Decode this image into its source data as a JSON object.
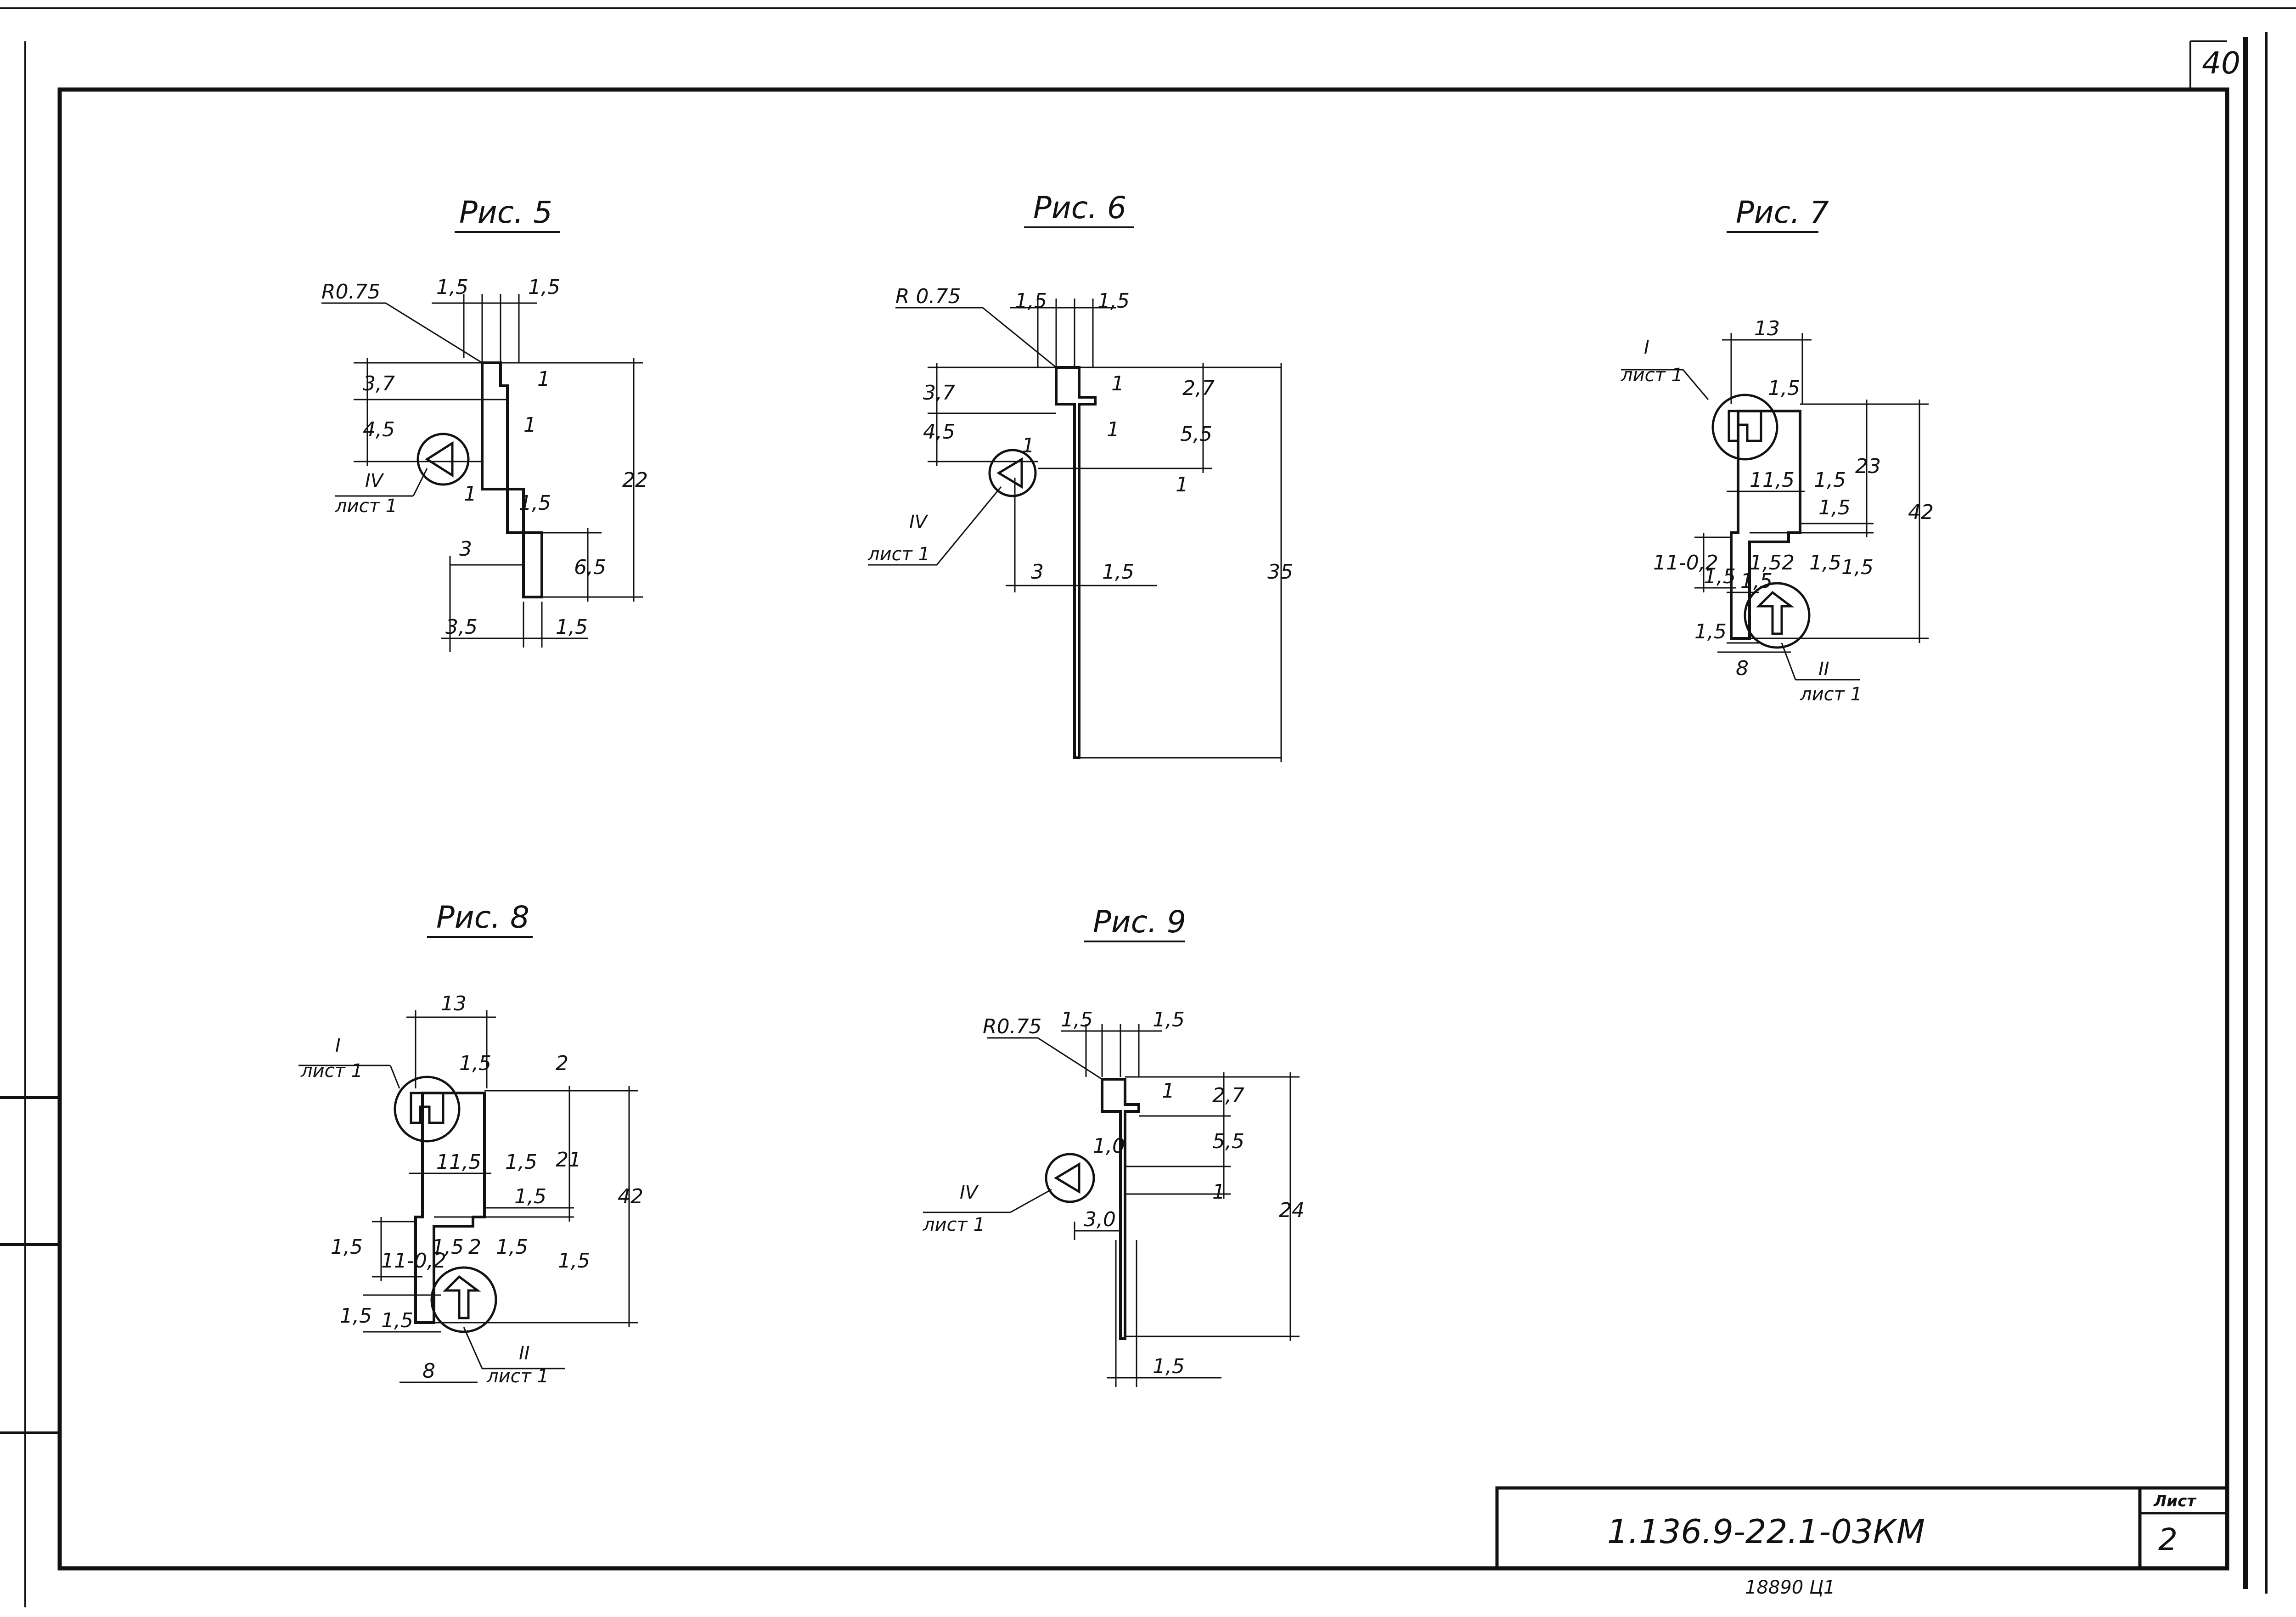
{
  "sheet_number_top": "40",
  "document_code": "1.136.9-22.1-03КМ",
  "sheet_label": "Лист",
  "sheet_number": "2",
  "inventory_number": "18890 Ц1",
  "fig5": {
    "title": "Рис. 5",
    "radius": "R0.75",
    "dims": [
      "1,5",
      "1,5",
      "3,7",
      "4,5",
      "1",
      "1",
      "1",
      "1,5",
      "3",
      "6,5",
      "22",
      "3,5",
      "1,5"
    ],
    "callout_num": "IV",
    "callout_sheet": "лист 1"
  },
  "fig6": {
    "title": "Рис. 6",
    "radius": "R 0.75",
    "dims": [
      "1,5",
      "1,5",
      "4,5",
      "3,7",
      "2,7",
      "1",
      "5,5",
      "1",
      "1",
      "1",
      "3",
      "1,5",
      "35"
    ],
    "callout_num": "IV",
    "callout_sheet": "лист 1"
  },
  "fig7": {
    "title": "Рис. 7",
    "dims": [
      "13",
      "1,5",
      "11,5",
      "1,5",
      "23",
      "1,5",
      "42",
      "1,5",
      "2",
      "1,5",
      "1,5",
      "11-0,2",
      "1,5",
      "1,5",
      "1,5",
      "8"
    ],
    "callout1_num": "I",
    "callout1_sheet": "лист 1",
    "callout2_num": "II",
    "callout2_sheet": "лист 1"
  },
  "fig8": {
    "title": "Рис. 8",
    "dims": [
      "13",
      "1,5",
      "2",
      "11,5",
      "1,5",
      "21",
      "1,5",
      "42",
      "1,5",
      "2",
      "1,5",
      "1,5",
      "11-0,2",
      "1,5",
      "1,5",
      "1,5",
      "8"
    ],
    "callout1_num": "I",
    "callout1_sheet": "лист 1",
    "callout2_num": "II",
    "callout2_sheet": "лист 1"
  },
  "fig9": {
    "title": "Рис. 9",
    "radius": "R0.75",
    "dims": [
      "1,5",
      "1,5",
      "1",
      "2,7",
      "1,0",
      "5,5",
      "1",
      "24",
      "3,0",
      "1,5"
    ],
    "callout_num": "IV",
    "callout_sheet": "лист 1"
  }
}
